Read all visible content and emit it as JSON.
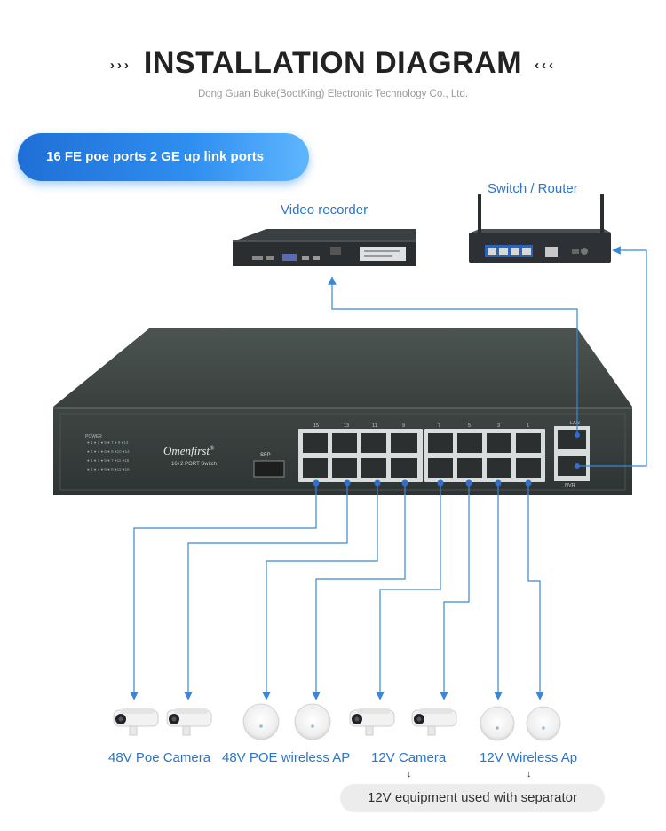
{
  "header": {
    "title": "INSTALLATION DIAGRAM",
    "left_arrows": "›››",
    "right_arrows": "‹‹‹",
    "subtitle": "Dong Guan Buke(BootKing) Electronic Technology Co., Ltd."
  },
  "badge": {
    "label": "16 FE poe ports 2 GE up link ports"
  },
  "devices": {
    "nvr_label": "Video recorder",
    "router_label": "Switch / Router"
  },
  "switch": {
    "brand": "Omenfirst",
    "brand_mark": "®",
    "model": "16+2 PORT Switch",
    "sfp_label": "SFP",
    "power_label": "POWER",
    "led_rows": [
      "1 3 5 7 9 11 13",
      "2 4 6 8 10 12 14",
      "1 3 5 7 9 11 15",
      "2 4 6 8 10 12 16"
    ],
    "port_numbers": [
      "15",
      "13",
      "11",
      "9",
      "7",
      "5",
      "3",
      "1"
    ],
    "lan_label": "LAN",
    "nvr_label": "NVR"
  },
  "endpoints": {
    "poe_camera": "48V Poe Camera",
    "poe_ap": "48V POE wireless AP",
    "camera_12v": "12V Camera",
    "ap_12v": "12V Wireless Ap",
    "separator_note": "12V equipment used with separator",
    "down_arrow": "↓"
  },
  "colors": {
    "accent": "#2d74c9",
    "line": "#3a86d8",
    "switch_body": "#3a4240"
  }
}
